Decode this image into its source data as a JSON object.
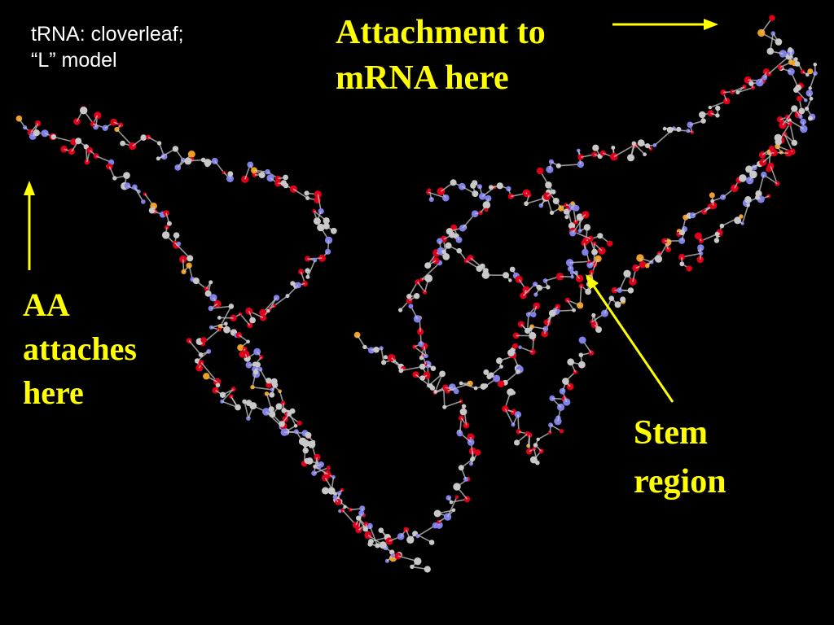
{
  "caption": {
    "line1": "tRNA: cloverleaf;",
    "line2": "“L” model"
  },
  "labels": {
    "mrna": {
      "line1": "Attachment to",
      "line2": "mRNA here"
    },
    "aa": {
      "line1": "AA",
      "line2": "attaches",
      "line3": "here"
    },
    "stem": {
      "line1": "Stem",
      "line2": "region"
    }
  },
  "colors": {
    "background": "#000000",
    "caption_text": "#ffffff",
    "label_text": "#ffff00",
    "arrow": "#ffff00",
    "atom_red": "#e0001a",
    "atom_white": "#c8c8c8",
    "atom_blue": "#8080e8",
    "atom_orange": "#f0a020"
  }
}
